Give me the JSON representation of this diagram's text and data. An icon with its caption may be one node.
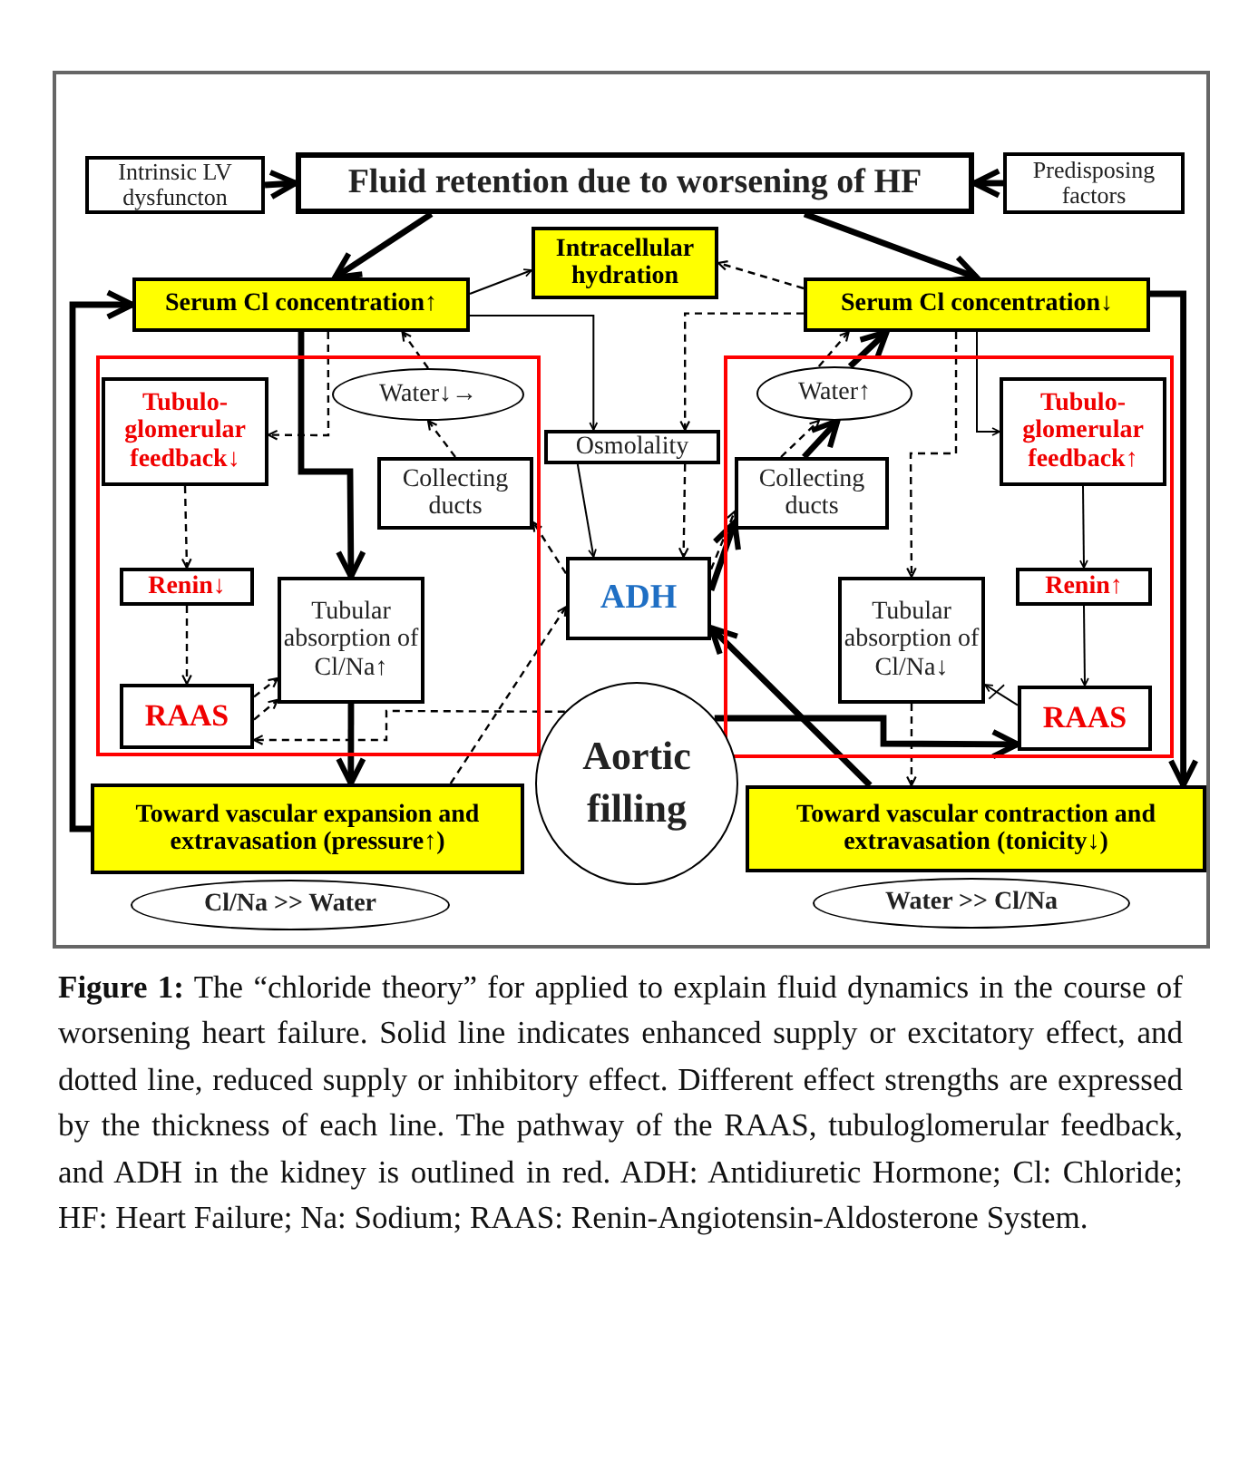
{
  "diagram": {
    "caption": "**Figure 1:** The “chloride theory” for applied to explain fluid dynamics in the course of worsening heart failure. Solid line indicates enhanced supply or excitatory effect, and dotted line, reduced supply or inhibitory effect. Different effect strengths are expressed by the thickness of each line. The pathway of the RAAS, tubuloglomerular feedback, and ADH in the kidney is outlined in red. ADH: Antidiuretic Hormone; Cl: Chloride; HF: Heart Failure; Na: Sodium; RAAS: Renin-Angiotensin-Aldosterone System.",
    "nodes": [
      {
        "text": [
          "Intrinsic LV dysfuncton"
        ]
      },
      {
        "text": [
          "Fluid retention due to worsening of HF"
        ]
      },
      {
        "text": [
          "Predisposing factors"
        ]
      },
      {
        "text": [
          "Intracellular hydration"
        ]
      },
      {
        "text": [
          "Serum Cl concentration↑"
        ]
      },
      {
        "text": [
          "Serum Cl concentration↓"
        ]
      },
      {
        "text": [],
        "shape": "box"
      },
      {
        "text": [
          "Tubulo-glomerular feedback↓"
        ],
        "in": 6
      },
      {
        "text": [
          "Water↓→"
        ],
        "in": 6
      },
      {
        "text": [
          "Collecting ducts"
        ],
        "in": 6
      },
      {
        "text": [
          "Renin↓"
        ],
        "in": 6
      },
      {
        "text": [
          "Tubular absorption of Cl/Na↑"
        ],
        "in": 6
      },
      {
        "text": [
          "RAAS"
        ],
        "in": 6
      },
      {
        "text": [
          "Osmolality"
        ]
      },
      {
        "text": [
          "ADH"
        ]
      },
      {
        "text": [],
        "shape": "box"
      },
      {
        "text": [
          "Water↑"
        ],
        "in": 15
      },
      {
        "text": [
          "Collecting ducts"
        ],
        "in": 15
      },
      {
        "text": [
          "Tubulo-glomerular feedback↑"
        ],
        "in": 15
      },
      {
        "text": [
          "Renin↑"
        ],
        "in": 15
      },
      {
        "text": [
          "Tubular absorption of Cl/Na↓"
        ],
        "in": 15
      },
      {
        "text": [
          "RAAS"
        ],
        "in": 15
      },
      {
        "text": [
          "Aortic filling"
        ]
      },
      {
        "text": [
          "Toward vascular expansion and extravasation (pressure↑)"
        ]
      },
      {
        "text": [
          "Toward vascular contraction and extravasation (tonicity↓)"
        ]
      },
      {
        "text": [
          "Cl/Na >> Water"
        ]
      },
      {
        "text": [
          "Water >> Cl/Na"
        ]
      }
    ],
    "edges": [
      {
        "from": 0,
        "to": 1,
        "arrow": "to",
        "style": "thick"
      },
      {
        "from": 2,
        "to": 1,
        "arrow": "to",
        "style": "thick"
      },
      {
        "from": 1,
        "to": 4,
        "arrow": "to",
        "style": "thick"
      },
      {
        "from": 1,
        "to": 5,
        "arrow": "to",
        "style": "thick"
      },
      {
        "from": 4,
        "to": 3,
        "arrow": "to"
      },
      {
        "from": 5,
        "to": 3,
        "arrow": "to",
        "style": "dashed"
      },
      {
        "from": 4,
        "to": 13,
        "arrow": "to"
      },
      {
        "from": 5,
        "to": 13,
        "arrow": "to",
        "style": "dashed"
      },
      {
        "from": 13,
        "to": 14,
        "arrow": "to"
      },
      {
        "from": 13,
        "to": 14,
        "arrow": "to",
        "style": "dashed"
      },
      {
        "from": 4,
        "to": 11,
        "arrow": "to",
        "style": "thick"
      },
      {
        "from": 4,
        "to": 7,
        "arrow": "to",
        "style": "dashed"
      },
      {
        "from": 7,
        "to": 10,
        "arrow": "to",
        "style": "dashed"
      },
      {
        "from": 10,
        "to": 12,
        "arrow": "to",
        "style": "dashed"
      },
      {
        "from": 12,
        "to": 11,
        "arrow": "to",
        "style": "dashed"
      },
      {
        "from": 12,
        "to": 11,
        "arrow": "to",
        "style": "dashed"
      },
      {
        "from": 22,
        "to": 12,
        "arrow": "to",
        "style": "dashed"
      },
      {
        "from": 9,
        "to": 8,
        "arrow": "to",
        "style": "dashed"
      },
      {
        "from": 8,
        "to": 4,
        "arrow": "to",
        "style": "dashed"
      },
      {
        "from": 14,
        "to": 9,
        "arrow": "to",
        "style": "dashed"
      },
      {
        "from": 23,
        "to": 14,
        "arrow": "to",
        "style": "dashed"
      },
      {
        "from": 14,
        "to": 17,
        "arrow": "to",
        "style": "thick"
      },
      {
        "from": 17,
        "to": 16,
        "arrow": "to",
        "style": "thick"
      },
      {
        "from": 16,
        "to": 5,
        "arrow": "to",
        "style": "thick"
      },
      {
        "from": 14,
        "to": 17,
        "arrow": "to",
        "style": "dashed"
      },
      {
        "from": 17,
        "to": 16,
        "arrow": "to",
        "style": "dashed"
      },
      {
        "from": 16,
        "to": 5,
        "arrow": "to",
        "style": "dashed"
      },
      {
        "from": 5,
        "to": 20,
        "arrow": "to",
        "style": "dashed"
      },
      {
        "from": 20,
        "to": 24,
        "arrow": "to",
        "style": "dashed"
      },
      {
        "from": 5,
        "to": 18,
        "arrow": "to"
      },
      {
        "from": 18,
        "to": 19,
        "arrow": "to"
      },
      {
        "from": 19,
        "to": 21,
        "arrow": "to"
      },
      {
        "from": 21,
        "to": 20,
        "arrow": "to"
      },
      {
        "from": 22,
        "to": 21,
        "arrow": "to",
        "style": "thick"
      },
      {
        "from": 5,
        "to": 24,
        "arrow": "to",
        "style": "thick"
      },
      {
        "from": 23,
        "to": 4,
        "arrow": "to",
        "style": "thick"
      },
      {
        "from": 24,
        "to": 14,
        "arrow": "to",
        "style": "thick"
      },
      {
        "from": 11,
        "to": 23,
        "arrow": "to",
        "style": "thick"
      }
    ]
  }
}
